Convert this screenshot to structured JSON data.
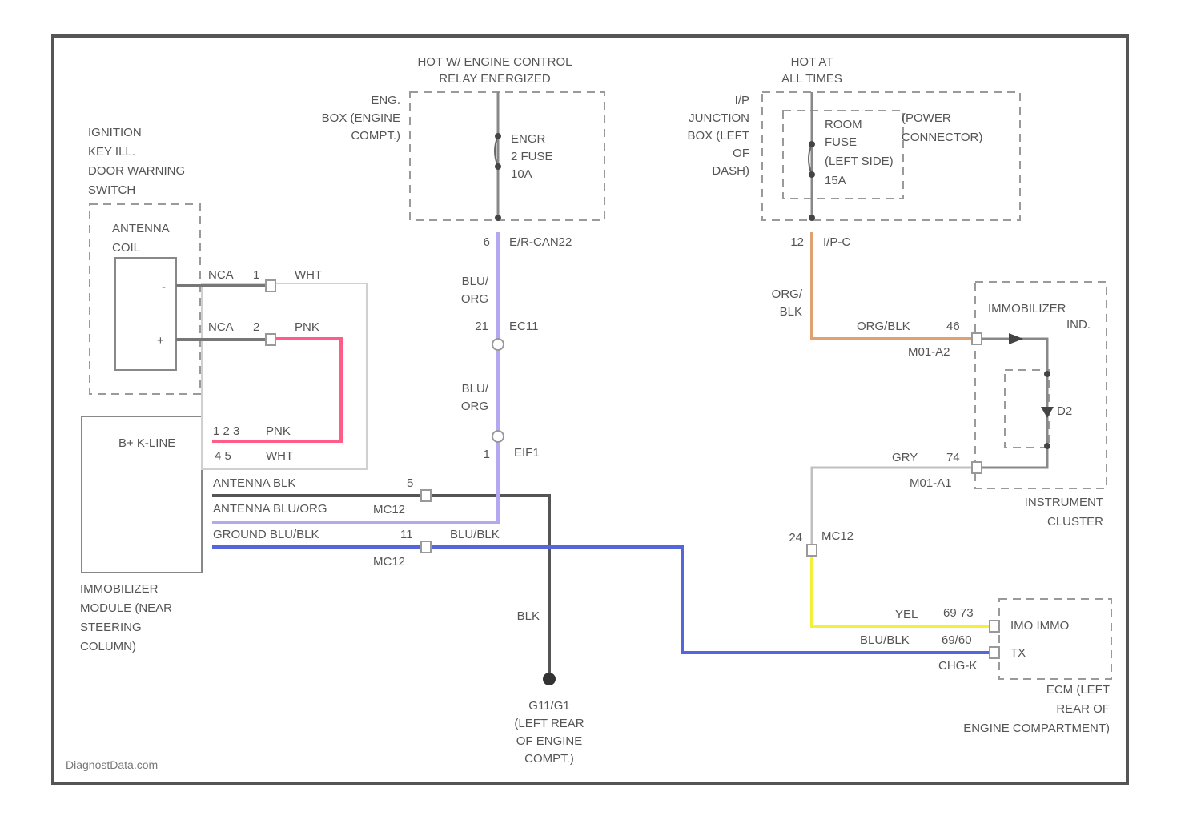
{
  "colors": {
    "frame": "#555555",
    "dashed_box": "#9a9a9a",
    "wire_gray": "#8e8e8e",
    "wire_pink": "#ff5c8a",
    "wire_violet": "#b4a8f0",
    "wire_blue": "#5566dd",
    "wire_orange": "#e0a070",
    "wire_yellow": "#f4f03a",
    "wire_black": "#444444",
    "wire_light": "#d0d0d0"
  },
  "top_center": {
    "heading": [
      "HOT W/ ENGINE CONTROL",
      "RELAY ENERGIZED"
    ],
    "box_label": [
      "ENG.",
      "BOX (ENGINE",
      "COMPT.)"
    ],
    "fuse_label": [
      "ENGR",
      "2 FUSE",
      "10A"
    ],
    "connector": "E/R-CAN22",
    "pin": "6"
  },
  "top_right": {
    "heading": [
      "HOT AT",
      "ALL TIMES"
    ],
    "box_label": [
      "I/P",
      "JUNCTION",
      "BOX (LEFT",
      "OF",
      "DASH)"
    ],
    "fuse_label": [
      "ROOM",
      "FUSE",
      "(LEFT SIDE)",
      "15A"
    ],
    "power_label": [
      "(POWER",
      "CONNECTOR)"
    ],
    "connector": "I/P-C",
    "pin": "12"
  },
  "ignition_switch": {
    "label": [
      "IGNITION",
      "KEY ILL.",
      "DOOR WARNING",
      "SWITCH"
    ],
    "antenna": [
      "ANTENNA",
      "COIL"
    ],
    "wire1": {
      "conn": "NCA",
      "pin": "1",
      "color": "WHT"
    },
    "wire2": {
      "conn": "NCA",
      "pin": "2",
      "color": "PNK"
    },
    "plus": "+",
    "minus": "-"
  },
  "immobilizer_module": {
    "box_text": "B+ K-LINE",
    "label": [
      "IMMOBILIZER",
      "MODULE (NEAR",
      "STEERING",
      "COLUMN)"
    ],
    "pins_pnk": "1 2 3",
    "pnk": "PNK",
    "pins_wht": "4 5",
    "wht": "WHT",
    "line1": "ANTENNA BLK",
    "line2": "ANTENNA BLU/ORG",
    "line3": "GROUND BLU/BLK",
    "pin_5": "5",
    "mc12_top": "MC12",
    "pin_11": "11",
    "blu_blk": "BLU/BLK",
    "mc12_bottom": "MC12"
  },
  "center_wire": {
    "blu_org1": [
      "BLU/",
      "ORG"
    ],
    "ec11_pin": "21",
    "ec11": "EC11",
    "blu_org2": [
      "BLU/",
      "ORG"
    ],
    "eif1_pin": "1",
    "eif1": "EIF1",
    "blk": "BLK"
  },
  "ground": [
    "G11/G1",
    "(LEFT REAR",
    "OF ENGINE",
    "COMPT.)"
  ],
  "instrument_cluster": {
    "org_blk_left": [
      "ORG/",
      "BLK"
    ],
    "org_blk": "ORG/BLK",
    "pin_46": "46",
    "m01_a2": "M01-A2",
    "immobilizer_ind": [
      "IMMOBILIZER",
      "IND."
    ],
    "gry": "GRY",
    "pin_74": "74",
    "m01_a1": "M01-A1",
    "label": [
      "INSTRUMENT",
      "CLUSTER"
    ],
    "d2": "D2"
  },
  "ecm": {
    "mc12": "MC12",
    "pin_24": "24",
    "yel": "YEL",
    "pins_yel": "69 73",
    "blu_blk": "BLU/BLK",
    "pins_blu": "69/60",
    "conn": "CHG-K",
    "t_label": "IMO IMMO",
    "t2_label": "TX",
    "label": [
      "ECM (LEFT",
      "REAR OF",
      "ENGINE COMPARTMENT)"
    ]
  },
  "watermark": "DiagnostData.com"
}
